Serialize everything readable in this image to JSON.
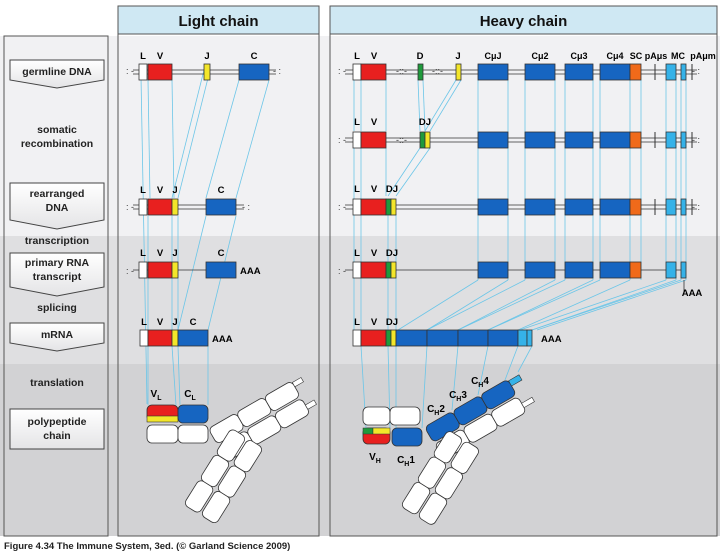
{
  "panels": {
    "light_title": "Light chain",
    "heavy_title": "Heavy chain"
  },
  "steps": {
    "germline": "germline DNA",
    "somatic_1": "somatic",
    "somatic_2": "recombination",
    "rearranged_1": "rearranged",
    "rearranged_2": "DNA",
    "transcription": "transcription",
    "primary_1": "primary RNA",
    "primary_2": "transcript",
    "splicing": "splicing",
    "mrna": "mRNA",
    "translation": "translation",
    "polypeptide_1": "polypeptide",
    "polypeptide_2": "chain"
  },
  "segment_labels": {
    "L": "L",
    "V": "V",
    "J": "J",
    "C": "C",
    "D": "D",
    "DJ": "DJ",
    "Cmu_J": "CμJ",
    "Cmu2": "Cμ2",
    "Cmu3": "Cμ3",
    "Cmu4": "Cμ4",
    "SC": "SC",
    "pAmus": "pAμs",
    "MC": "MC",
    "pAmum": "pAμm",
    "AAA": "AAA"
  },
  "domain_labels": {
    "VL": "V",
    "VL_sub": "L",
    "CL": "C",
    "CL_sub": "L",
    "VH": "V",
    "VH_sub": "H",
    "CH1": "C",
    "CH1_sub": "H",
    "CH1_num": "1",
    "CH2": "C",
    "CH2_sub": "H",
    "CH2_num": "2",
    "CH3": "C",
    "CH3_sub": "H",
    "CH3_num": "3",
    "CH4": "C",
    "CH4_sub": "H",
    "CH4_num": "4"
  },
  "caption": "Figure 4.34 The Immune System, 3ed. (© Garland Science 2009)",
  "colors": {
    "leader": "#ffffff",
    "V": "#e8201f",
    "D": "#1f9a3c",
    "J": "#f3e62a",
    "C": "#1665c1",
    "SC": "#f06a1a",
    "MC": "#35b2e8",
    "header_bg": "#cfe8f3",
    "band_light": "#f1f1f3",
    "band_mid": "#dfdfe1",
    "band_dark": "#d2d2d4",
    "guide": "#6cc6e8"
  }
}
